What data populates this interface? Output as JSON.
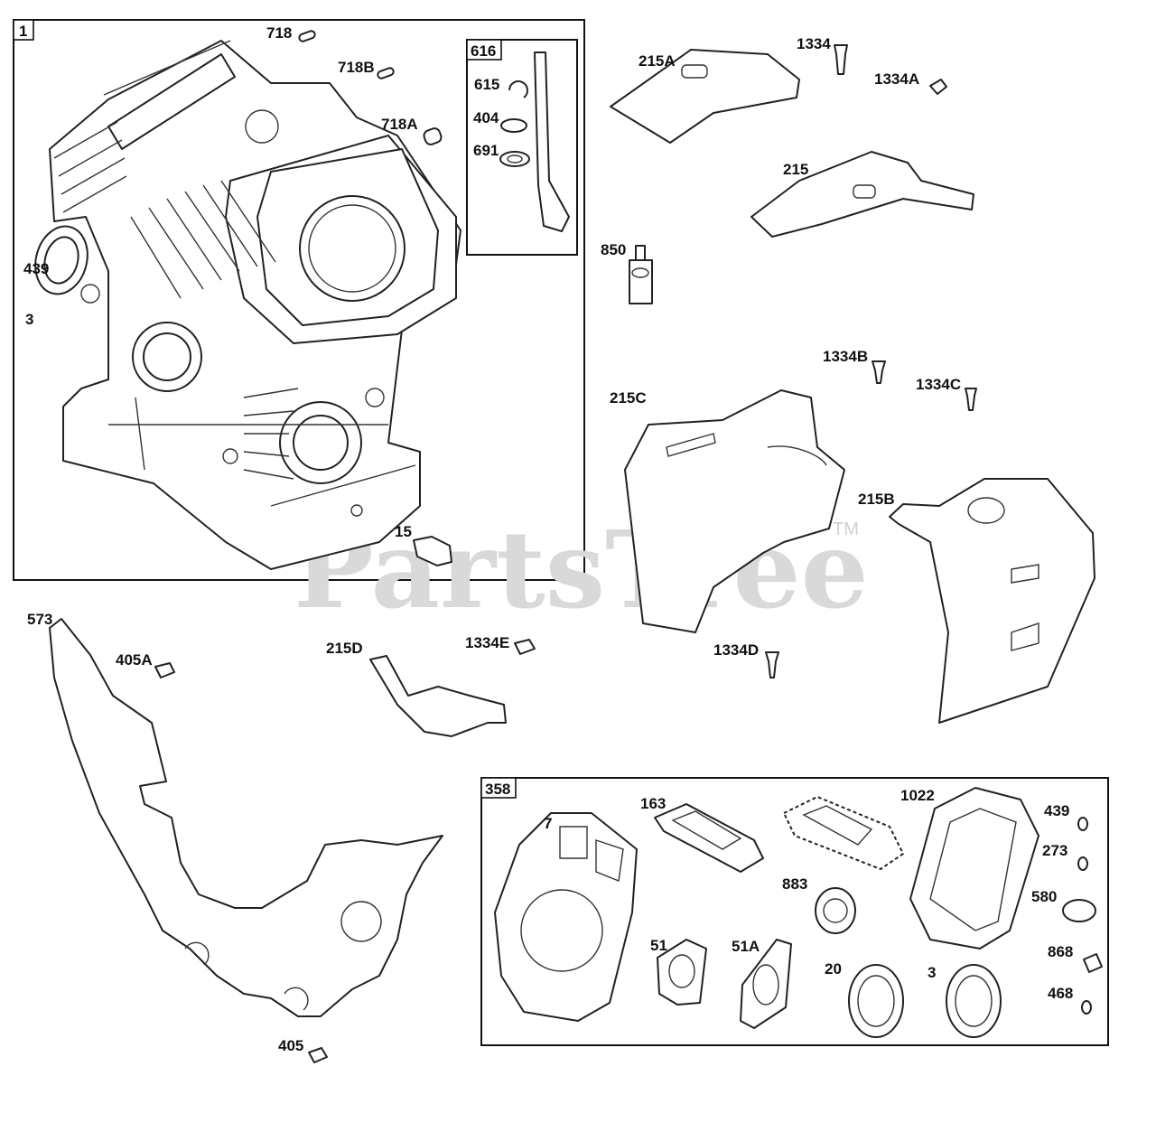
{
  "watermark": {
    "brand": "PartsTree",
    "trademark": "TM"
  },
  "groups": [
    {
      "id": "group-1",
      "label": "1"
    },
    {
      "id": "group-616",
      "label": "616"
    },
    {
      "id": "group-358",
      "label": "358"
    }
  ],
  "callouts": [
    "718",
    "718B",
    "718A",
    "439",
    "3",
    "15",
    "615",
    "404",
    "691",
    "215A",
    "1334",
    "1334A",
    "215",
    "850",
    "1334B",
    "1334C",
    "215C",
    "215B",
    "1334D",
    "573",
    "405A",
    "215D",
    "1334E",
    "405",
    "7",
    "163",
    "1022",
    "439",
    "273",
    "580",
    "883",
    "51",
    "51A",
    "868",
    "20",
    "3",
    "468"
  ]
}
